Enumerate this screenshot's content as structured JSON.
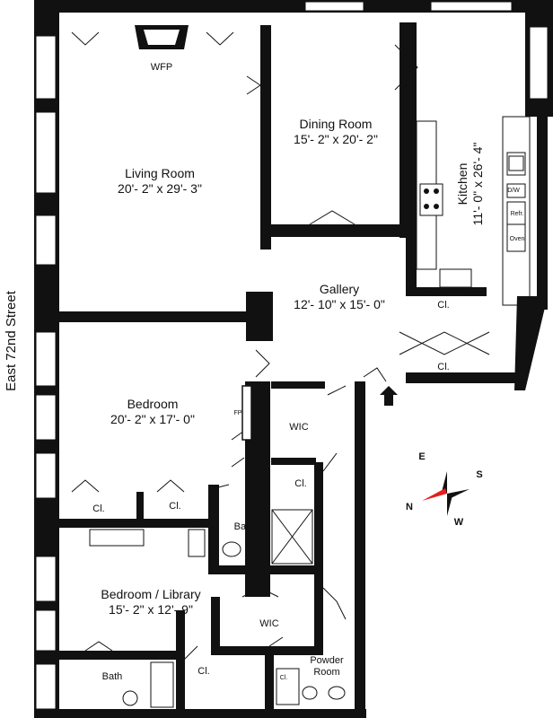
{
  "street": "East 72nd Street",
  "rooms": {
    "living": {
      "name": "Living Room",
      "dims": "20'- 2\" x 29'- 3\""
    },
    "dining": {
      "name": "Dining Room",
      "dims": "15'- 2\" x 20'- 2\""
    },
    "kitchen": {
      "name": "Kitchen",
      "dims": "11'- 0\" x 26'- 4\""
    },
    "gallery": {
      "name": "Gallery",
      "dims": "12'- 10\" x 15'- 0\""
    },
    "bedroom": {
      "name": "Bedroom",
      "dims": "20'- 2\" x 17'- 0\""
    },
    "library": {
      "name": "Bedroom / Library",
      "dims": "15'- 2\" x 12'- 9\""
    }
  },
  "labels": {
    "wfp": "WFP",
    "fp": "FP",
    "wic": "WIC",
    "closet": "Cl.",
    "bath": "Bath",
    "powder_line1": "Powder",
    "powder_line2": "Room",
    "refrigerator": "Refr.",
    "oven": "Oven",
    "dishwasher": "D/W"
  },
  "compass": {
    "n": "N",
    "e": "E",
    "s": "S",
    "w": "W",
    "accent": "#e02020"
  }
}
